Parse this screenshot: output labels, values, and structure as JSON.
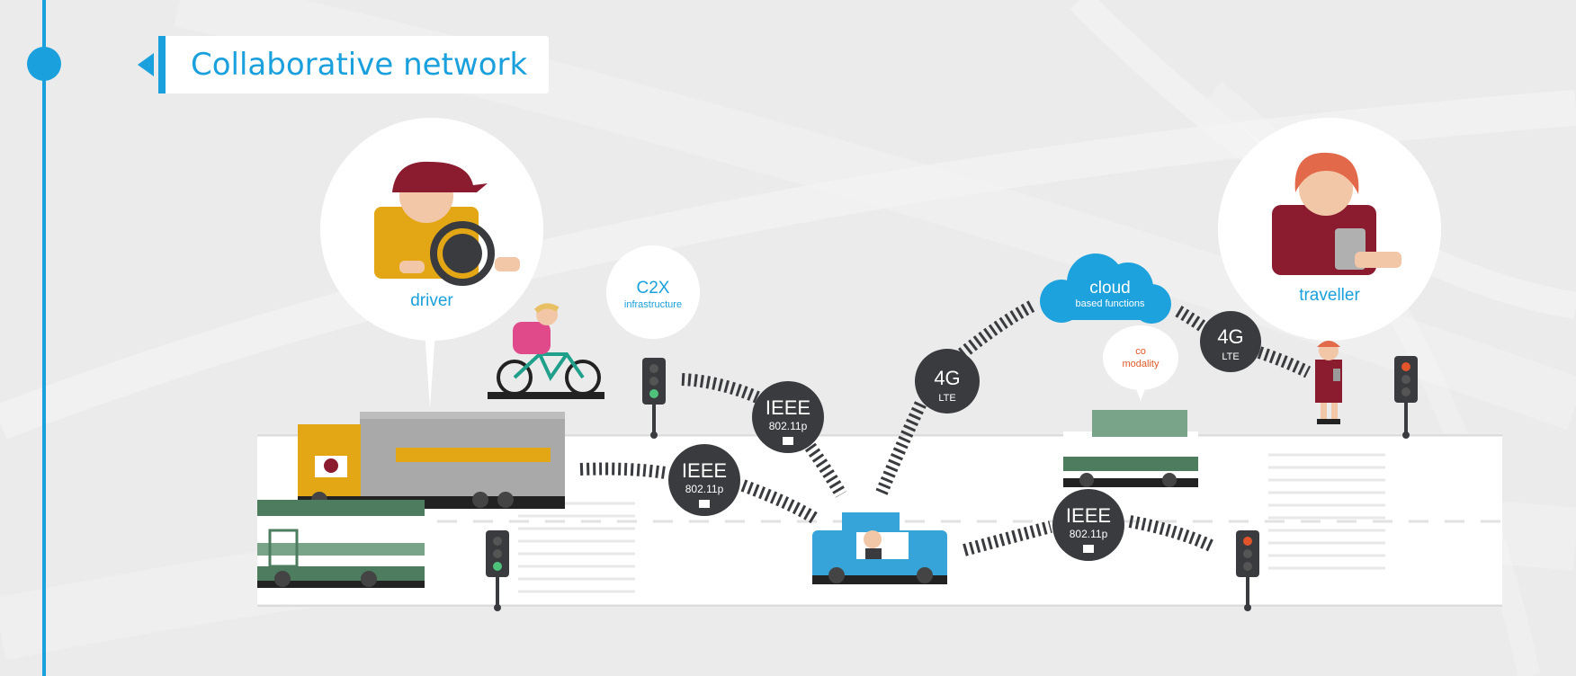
{
  "title": "Collaborative network",
  "labels": {
    "driver": "driver",
    "traveller": "traveller",
    "c2x_title": "C2X",
    "c2x_sub": "infrastructure",
    "cloud_title": "cloud",
    "cloud_sub": "based functions",
    "co_title": "co",
    "co_sub": "modality"
  },
  "links": [
    {
      "title": "IEEE",
      "sub": "802.11p"
    },
    {
      "title": "IEEE",
      "sub": "802.11p"
    },
    {
      "title": "4G",
      "sub": "LTE"
    },
    {
      "title": "IEEE",
      "sub": "802.11p"
    },
    {
      "title": "4G",
      "sub": "LTE"
    }
  ],
  "colors": {
    "accent": "#1aa0dc",
    "dark_badge": "#3a3b3e",
    "truck_yellow": "#e3a715",
    "truck_gray": "#a9a9a9",
    "bus_green": "#4d7d5e",
    "car_blue": "#36a4d8",
    "maroon": "#8b1c2f",
    "cloud_blue": "#1ea2de",
    "co_orange": "#e25a2a"
  }
}
